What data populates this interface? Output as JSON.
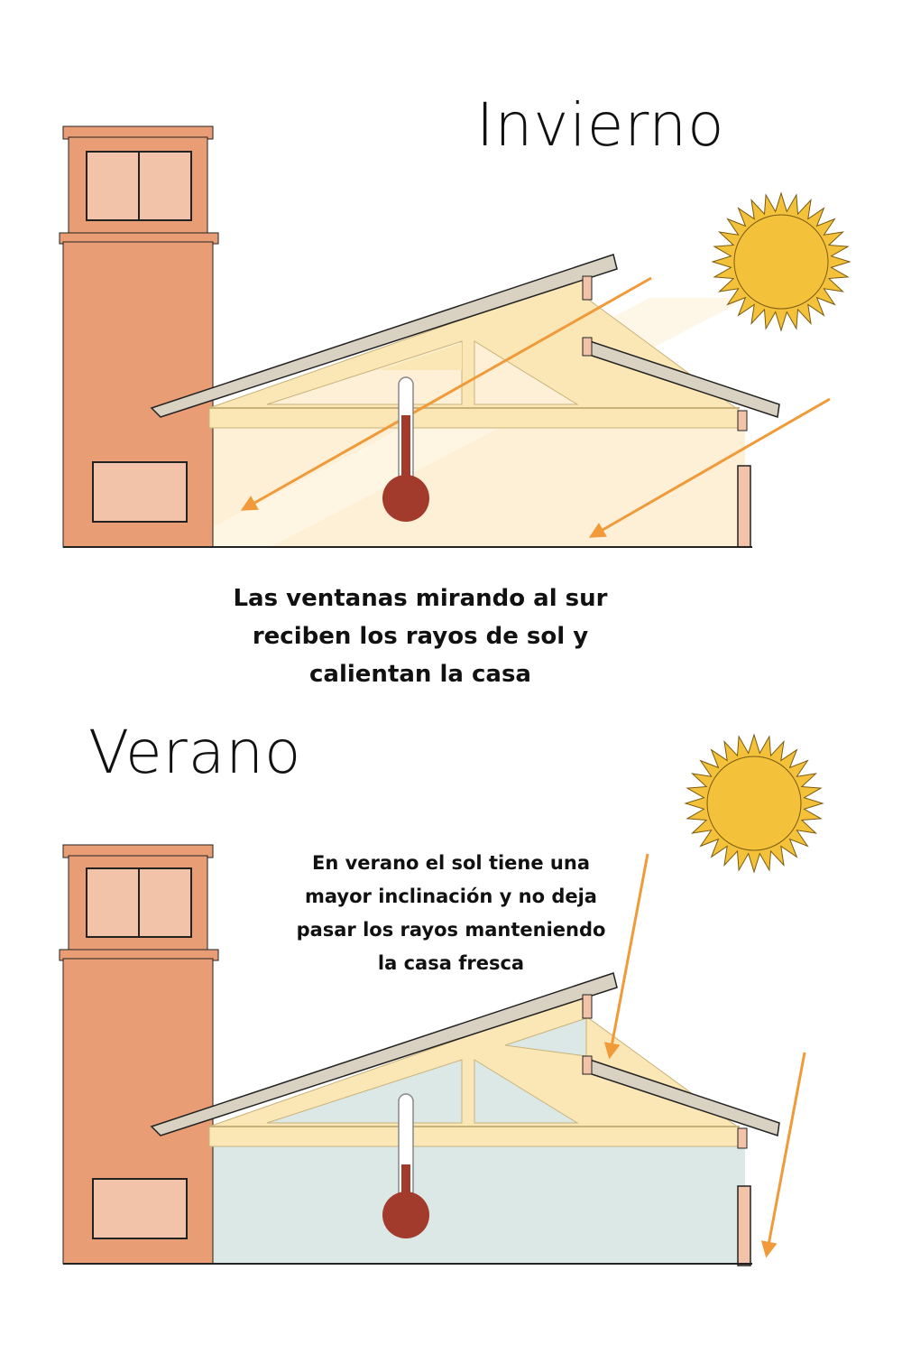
{
  "winter": {
    "title": "Invierno",
    "caption": [
      "Las ventanas mirando al sur",
      "reciben los rayos de sol y",
      "calientan la casa"
    ]
  },
  "summer": {
    "title": "Verano",
    "caption": [
      "En verano el sol tiene una",
      "mayor inclinación y no deja",
      "pasar los rayos manteniendo",
      "la casa fresca"
    ]
  },
  "colors": {
    "tower": "#E89D74",
    "tower_window": "#F2C3A8",
    "truss": "#FBE7B6",
    "interior_winter": "#FDF0D6",
    "interior_summer": "#DCE8E6",
    "sun": "#F3C13A",
    "arrow": "#F09A3A",
    "thermometer": "#A23B2C",
    "outline": "#222222"
  },
  "icons": {
    "sun": "sun-icon",
    "thermometer": "thermometer-icon",
    "arrow": "sun-ray-arrow-icon"
  }
}
